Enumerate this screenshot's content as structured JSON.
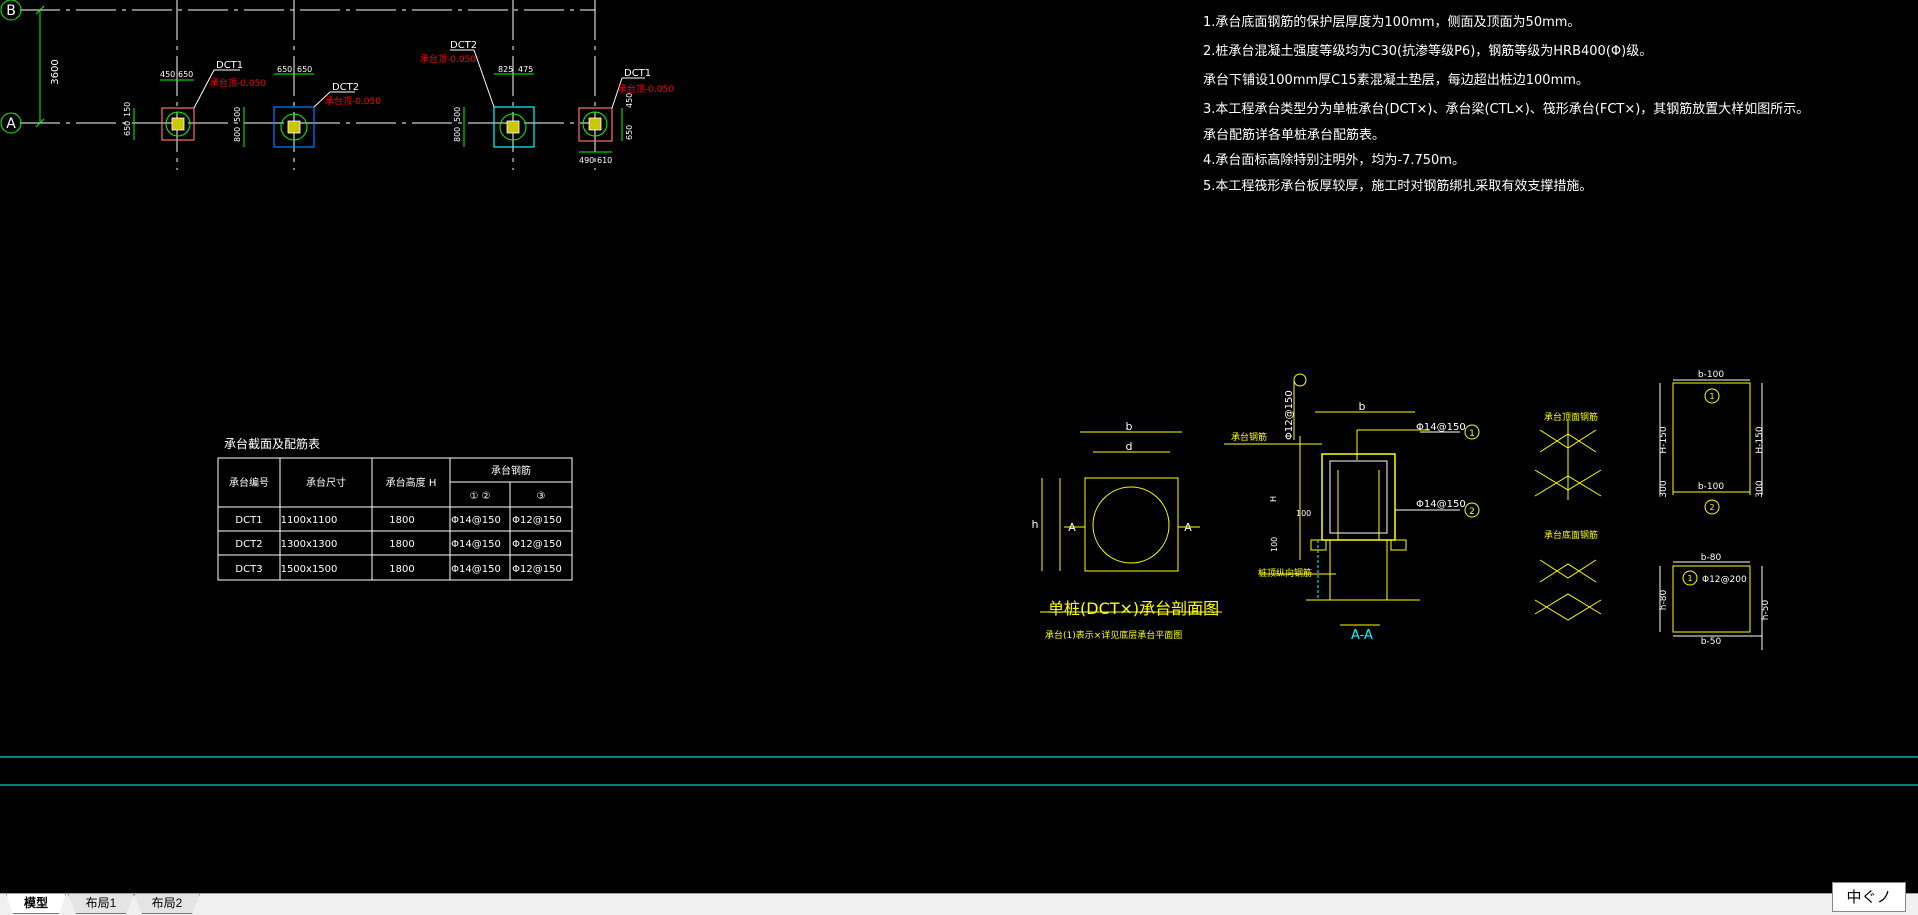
{
  "grid": {
    "axis_b": "B",
    "axis_a": "A",
    "span_dim": "3600"
  },
  "plan": {
    "caps": [
      {
        "name": "DCT1",
        "elev": "承台顶-0.050",
        "dims": [
          "450",
          "650"
        ],
        "side_dims": [
          "650",
          "150"
        ]
      },
      {
        "name": "DCT2",
        "elev": "承台顶-0.050",
        "dims": [
          "650",
          "650"
        ],
        "side_dims": [
          "800",
          "500"
        ]
      },
      {
        "name": "DCT2",
        "elev": "承台顶-0.050",
        "dims": [
          "825",
          "475"
        ],
        "side_dims": [
          "800",
          "500"
        ]
      },
      {
        "name": "DCT1",
        "elev": "承台顶-0.050",
        "dims": [
          "490",
          "610"
        ],
        "side_dims": [
          "450",
          "650"
        ]
      }
    ]
  },
  "notes": [
    "1.承台底面钢筋的保护层厚度为100mm，侧面及顶面为50mm。",
    "2.桩承台混凝土强度等级均为C30(抗渗等级P6)，钢筋等级为HRB400(Φ)级。",
    "承台下铺设100mm厚C15素混凝土垫层，每边超出桩边100mm。",
    "3.本工程承台类型分为单桩承台(DCT×)、承台梁(CTL×)、筏形承台(FCT×)，其钢筋放置大样如图所示。",
    "承台配筋详各单桩承台配筋表。",
    "4.承台面标高除特别注明外，均为-7.750m。",
    "5.本工程筏形承台板厚较厚，施工时对钢筋绑扎采取有效支撑措施。"
  ],
  "table": {
    "title": "承台截面及配筋表",
    "headers": [
      "承台编号",
      "承台尺寸",
      "承台高度 H",
      "承台钢筋"
    ],
    "sub_headers": [
      "① ②",
      "③"
    ],
    "rows": [
      [
        "DCT1",
        "1100x1100",
        "1800",
        "Φ14@150",
        "Φ12@150"
      ],
      [
        "DCT2",
        "1300x1300",
        "1800",
        "Φ14@150",
        "Φ12@150"
      ],
      [
        "DCT3",
        "1500x1500",
        "1800",
        "Φ14@150",
        "Φ12@150"
      ]
    ]
  },
  "details": {
    "plan_title": "单桩(DCT×)承台剖面图",
    "plan_subtitle": "承台(1)表示×详见底层承台平面图",
    "dim_b": "b",
    "dim_d": "d",
    "dim_h": "h",
    "sec_a": "A",
    "section_title": "A-A",
    "rebar_top": "Φ14@150",
    "rebar_mid": "Φ14@150",
    "rebar_side": "Φ12@150",
    "mark_1": "1",
    "mark_2": "2",
    "dim_100a": "100",
    "dim_100b": "100",
    "dim_h_sec": "H",
    "label_pile_top": "桩顶纵向钢筋",
    "label_cushion": "承台钢筋",
    "corner_top_label": "承台顶面钢筋",
    "corner_bottom_label": "承台底面钢筋",
    "bar1_top": "b-100",
    "bar1_bottom": "b-100",
    "bar1_left": "H-150",
    "bar1_right": "H-150",
    "bar1_legs": [
      "300",
      "300"
    ],
    "bar3_top": "b-80",
    "bar3_bottom": "b-50",
    "bar3_label": "Φ12@200",
    "bar3_left": "h-80",
    "bar3_right": "h-50"
  },
  "tabs": [
    "模型",
    "布局1",
    "布局2"
  ],
  "ime": "中ぐノ",
  "colors": {
    "yellow": "#ffff00",
    "green": "#00ff00",
    "red": "#ff0000",
    "cyan": "#00ffff",
    "white": "#ffffff",
    "blue": "#0080ff",
    "pink": "#ff6f6f"
  }
}
